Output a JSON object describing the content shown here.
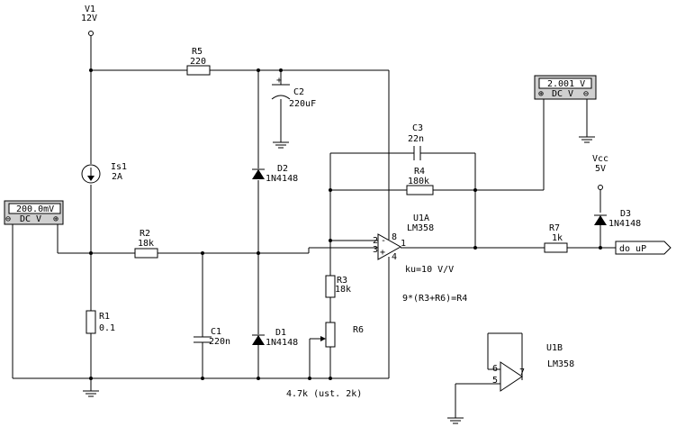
{
  "sources": {
    "v1": {
      "name": "V1",
      "value": "12V"
    },
    "vcc": {
      "name": "Vcc",
      "value": "5V"
    }
  },
  "components": {
    "r5": {
      "name": "R5",
      "value": "220"
    },
    "c2": {
      "name": "C2",
      "value": "220uF"
    },
    "is1": {
      "name": "Is1",
      "value": "2A"
    },
    "d2": {
      "name": "D2",
      "value": "1N4148"
    },
    "c3": {
      "name": "C3",
      "value": "22n"
    },
    "r4": {
      "name": "R4",
      "value": "180k"
    },
    "u1a": {
      "name": "U1A",
      "value": "LM358"
    },
    "r2": {
      "name": "R2",
      "value": "18k"
    },
    "r1": {
      "name": "R1",
      "value": "0.1"
    },
    "c1": {
      "name": "C1",
      "value": "220n"
    },
    "d1": {
      "name": "D1",
      "value": "1N4148"
    },
    "r3": {
      "name": "R3",
      "value": "18k"
    },
    "r6": {
      "name": "R6",
      "note": "4.7k (ust. 2k)"
    },
    "r7": {
      "name": "R7",
      "value": "1k"
    },
    "d3": {
      "name": "D3",
      "value": "1N4148"
    },
    "u1b": {
      "name": "U1B",
      "value": "LM358"
    }
  },
  "meters": {
    "left": {
      "reading": "200.0mV",
      "mode": "DC V"
    },
    "right": {
      "reading": "2.001 V",
      "mode": "DC V"
    }
  },
  "pins": {
    "u1a_in_minus": "2",
    "u1a_in_plus": "3",
    "u1a_out": "1",
    "u1a_vplus": "8",
    "u1a_vminus": "4",
    "u1b_in_minus": "6",
    "u1b_in_plus": "5",
    "u1b_out": "7"
  },
  "annotations": {
    "gain": "ku=10 V/V",
    "formula": "9*(R3+R6)=R4"
  },
  "output_port": "do uP",
  "symbols": {
    "plus": "+",
    "minus": "-",
    "meter_plus": "⊕",
    "meter_minus": "⊖"
  }
}
